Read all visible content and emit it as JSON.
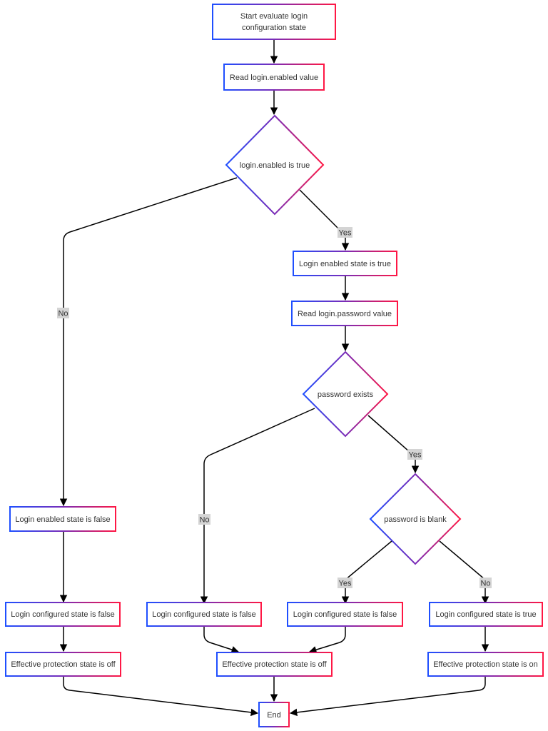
{
  "title": "Login configuration evaluation flowchart",
  "colors": {
    "gradient_start": "#1f4fff",
    "gradient_mid": "#7a2db8",
    "gradient_end": "#ff1744",
    "edge": "#000000",
    "label_bg": "#d4d4d4",
    "text": "#333333"
  },
  "nodes": {
    "start": {
      "line1": "Start evaluate login",
      "line2": "configuration state"
    },
    "read_enabled": {
      "label": "Read login.enabled value"
    },
    "decision_enabled": {
      "label": "login.enabled is true"
    },
    "enabled_true": {
      "label": "Login enabled state is true"
    },
    "read_password": {
      "label": "Read login.password value"
    },
    "decision_exists": {
      "label": "password exists"
    },
    "decision_blank": {
      "label": "password is blank"
    },
    "enabled_false": {
      "label": "Login enabled state is false"
    },
    "configured_false_1": {
      "label": "Login configured state is false"
    },
    "configured_false_2": {
      "label": "Login configured state is false"
    },
    "configured_false_3": {
      "label": "Login configured state is false"
    },
    "configured_true": {
      "label": "Login configured state is true"
    },
    "protection_off_1": {
      "label": "Effective protection state is off"
    },
    "protection_off_2": {
      "label": "Effective protection state is off"
    },
    "protection_on": {
      "label": "Effective protection state is on"
    },
    "end": {
      "label": "End"
    }
  },
  "edge_labels": {
    "enabled_yes": "Yes",
    "enabled_no": "No",
    "exists_yes": "Yes",
    "exists_no": "No",
    "blank_yes": "Yes",
    "blank_no": "No"
  }
}
